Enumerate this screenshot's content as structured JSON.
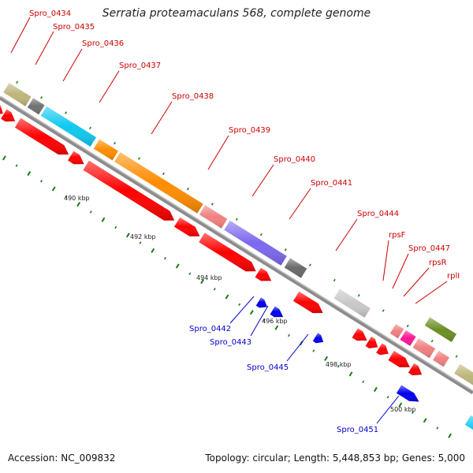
{
  "title": "Serratia proteamaculans 568, complete genome",
  "accession": "Accession: NC_009832",
  "topology": "Topology: circular; Length: 5,448,853 bp; Genes: 5,000",
  "colors": {
    "backbone": "#8c8c8c",
    "reverse_strand": "#ff0000",
    "tick": "#1a7a1a",
    "forward_label": "#cc0000",
    "reverse_label": "#0000cc",
    "reverse_blue": "#0000ee"
  },
  "kbp_labels": [
    {
      "text": "490 kbp"
    },
    {
      "text": "492 kbp"
    },
    {
      "text": "494 kbp"
    },
    {
      "text": "496 kbp"
    },
    {
      "text": "498 kbp"
    },
    {
      "text": "500 kbp"
    }
  ],
  "genes_forward": [
    {
      "name": "Spro_0434",
      "color": "#bdb57a"
    },
    {
      "name": "Spro_0435",
      "color": "#707070"
    },
    {
      "name": "Spro_0436",
      "color": "#10c8f0"
    },
    {
      "name": "Spro_0437",
      "color": "#ff8c00"
    },
    {
      "name": "Spro_0438",
      "color": "#ff8c00"
    },
    {
      "name": "Spro_0439",
      "color": "#f08080"
    },
    {
      "name": "Spro_0440",
      "color": "#7b68ee"
    },
    {
      "name": "Spro_0441",
      "color": "#696969"
    },
    {
      "name": "Spro_0444",
      "color": "#c8c8c8"
    },
    {
      "name": "rpsF",
      "color": "#f08080"
    },
    {
      "name": "Spro_0447",
      "color": "#ff1493"
    },
    {
      "name": "rpsR",
      "color": "#f08080"
    },
    {
      "name": "rplI",
      "color": "#f08080"
    }
  ],
  "genes_reverse_labeled": [
    {
      "name": "Spro_0442"
    },
    {
      "name": "Spro_0443"
    },
    {
      "name": "Spro_0445"
    },
    {
      "name": "Spro_0451"
    }
  ]
}
